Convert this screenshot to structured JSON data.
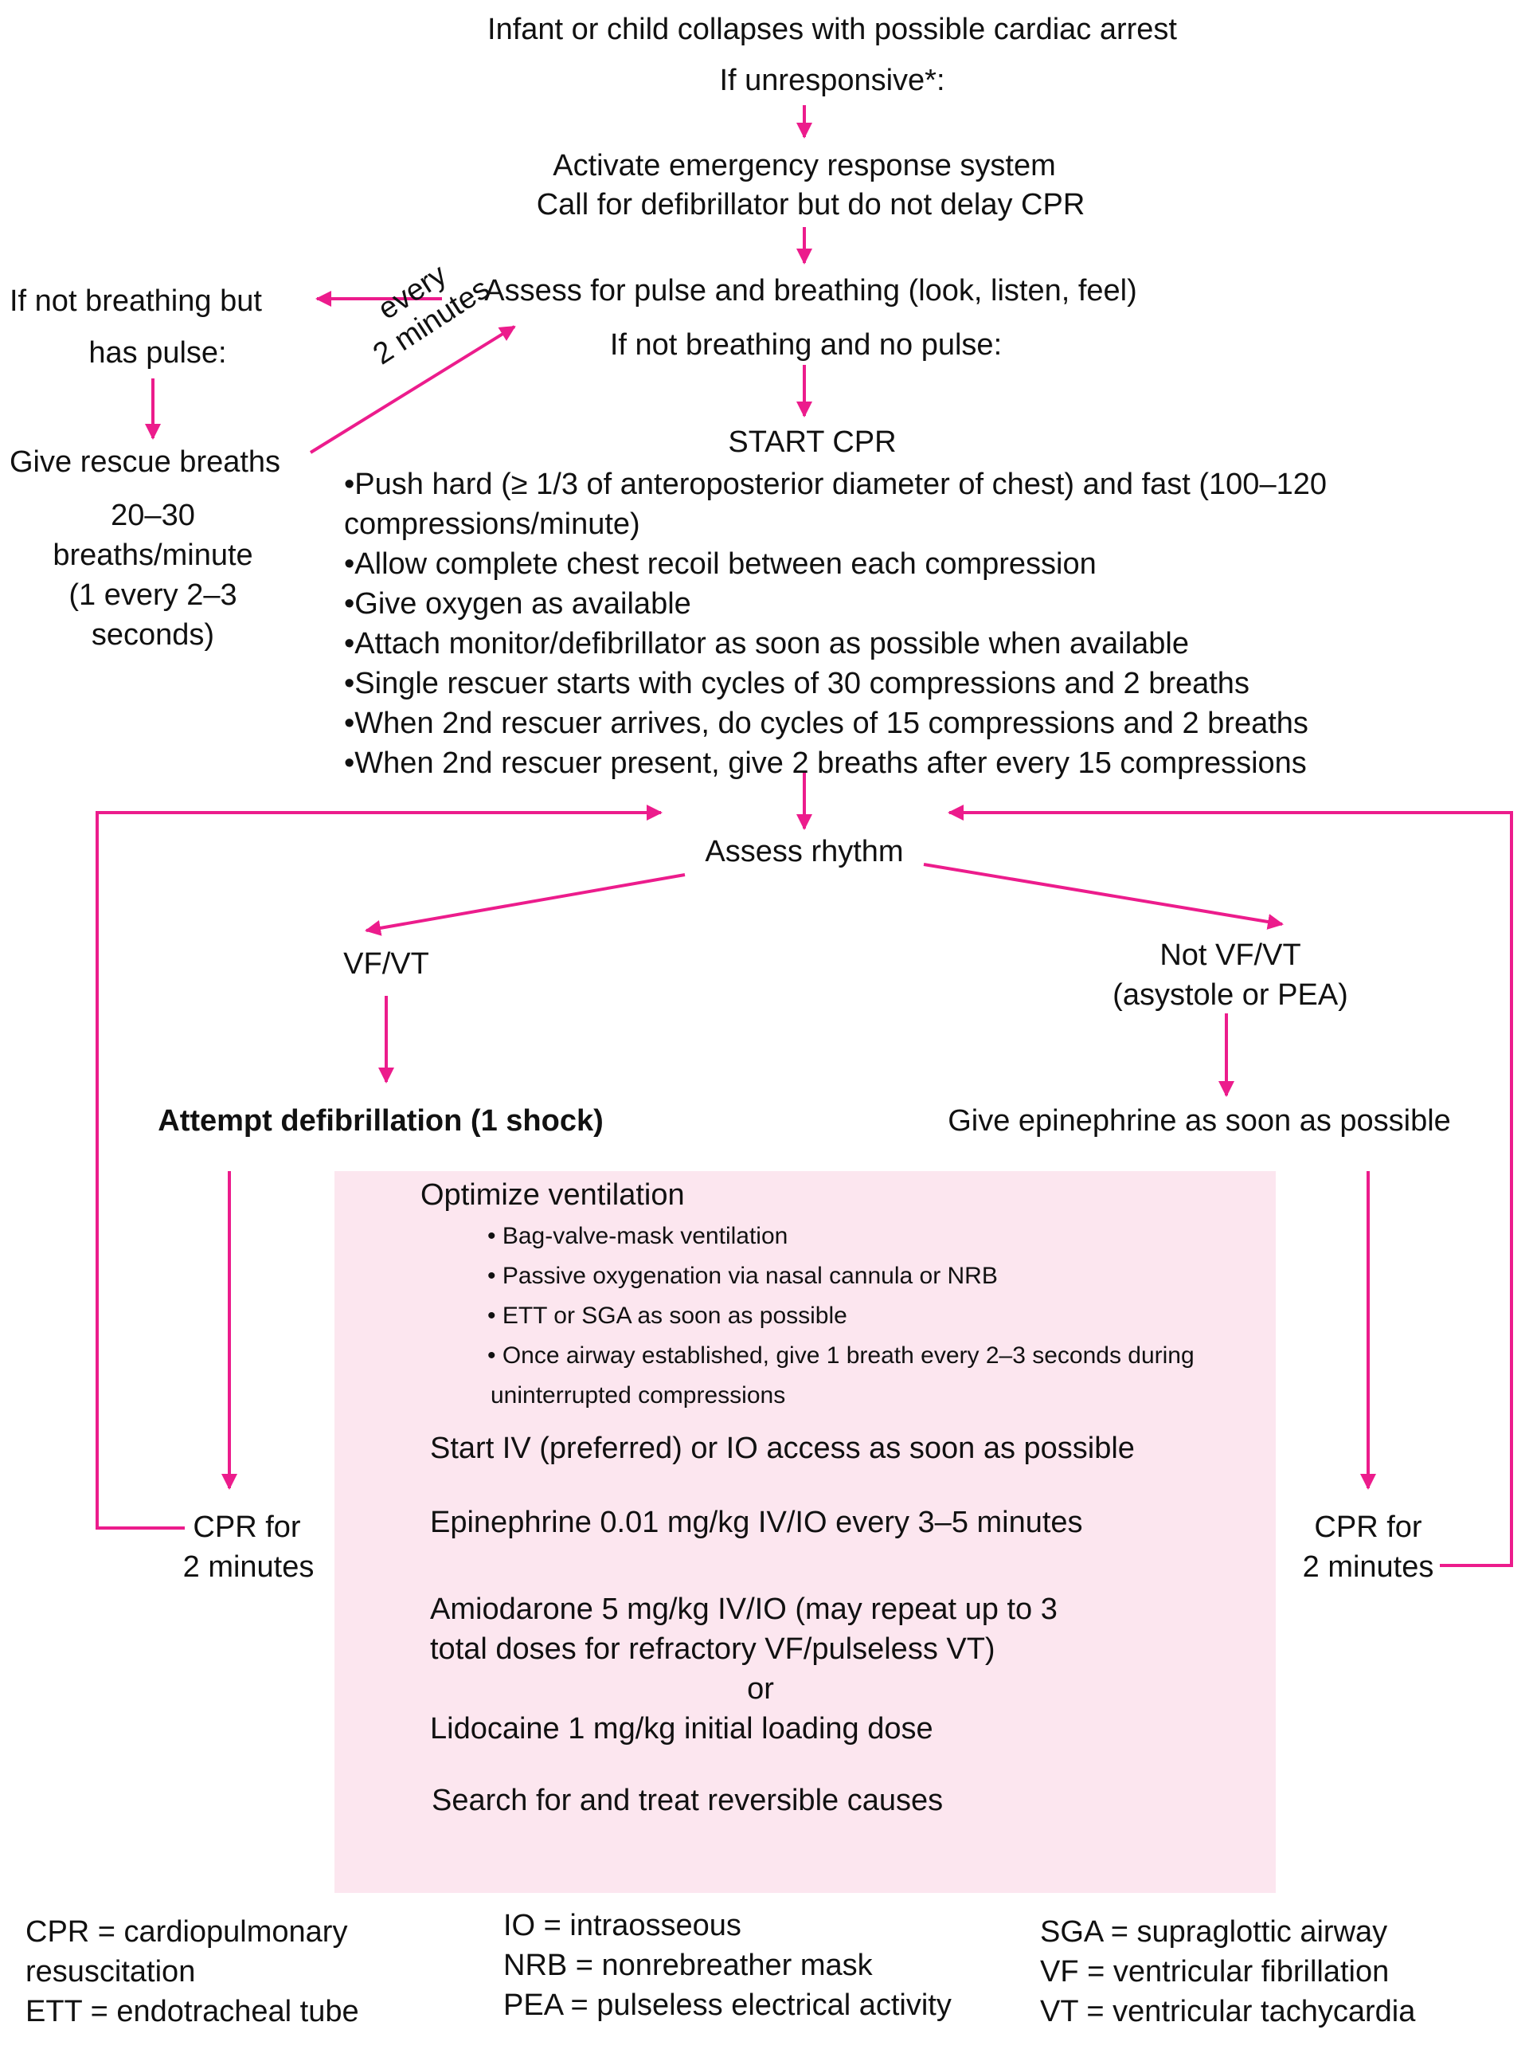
{
  "title": "Infant or child collapses with possible cardiac arrest",
  "unresponsive": "If unresponsive*:",
  "activate": [
    "Activate emergency response system",
    "Call for defibrillator but do not delay CPR"
  ],
  "assess_pulse": "Assess for pulse and breathing (look, listen, feel)",
  "left_branch": {
    "condition": [
      "If not breathing but",
      "has pulse:"
    ],
    "action": "Give rescue breaths",
    "rate": [
      "20–30",
      "breaths/minute",
      "(1 every 2–3",
      "seconds)"
    ],
    "loop_label": [
      "every",
      "2 minutes"
    ]
  },
  "no_pulse": "If not breathing and no pulse:",
  "start_cpr": {
    "title": "START CPR",
    "bullets": [
      "•Push hard (≥ 1/3 of anteroposterior diameter of chest) and fast (100–120",
      "compressions/minute)",
      "•Allow complete chest recoil between each compression",
      "•Give oxygen as available",
      "•Attach monitor/defibrillator as soon as possible when available",
      "•Single rescuer starts with cycles of 30 compressions and 2 breaths",
      "•When 2nd rescuer arrives, do cycles of 15 compressions and 2 breaths",
      "•When 2nd rescuer present, give 2 breaths after every 15 compressions"
    ]
  },
  "assess_rhythm": "Assess rhythm",
  "shockable": {
    "label": "VF/VT",
    "action": "Attempt defibrillation (1 shock)",
    "cpr": [
      "CPR for",
      "2 minutes"
    ]
  },
  "nonshockable": {
    "label": [
      "Not VF/VT",
      "(asystole or PEA)"
    ],
    "action": "Give epinephrine as soon as possible",
    "cpr": [
      "CPR for",
      "2 minutes"
    ]
  },
  "center_box": {
    "ventilation_title": "Optimize ventilation",
    "ventilation_items": [
      "• Bag-valve-mask ventilation",
      "• Passive oxygenation via nasal cannula or NRB",
      "• ETT or SGA as soon as possible",
      "• Once airway established, give 1 breath every 2–3 seconds during",
      "uninterrupted compressions"
    ],
    "access": "Start IV (preferred) or IO access as soon as possible",
    "epinephrine": "Epinephrine 0.01 mg/kg IV/IO every 3–5 minutes",
    "amiodarone": [
      "Amiodarone 5 mg/kg IV/IO (may repeat up to 3",
      "total doses for refractory VF/pulseless VT)"
    ],
    "or": "or",
    "lidocaine": "Lidocaine 1 mg/kg initial loading dose",
    "reversible": "Search for and treat reversible causes"
  },
  "legend": {
    "col1": [
      "CPR = cardiopulmonary",
      "resuscitation",
      "ETT = endotracheal tube"
    ],
    "col2": [
      "IO = intraosseous",
      "NRB = nonrebreather mask",
      "PEA =  pulseless electrical activity"
    ],
    "col3": [
      "SGA = supraglottic airway",
      "VF =  ventricular fibrillation",
      "VT =  ventricular tachycardia"
    ]
  },
  "colors": {
    "arrow": "#ec1c8c",
    "box_fill": "#fce6ef",
    "text": "#111111"
  }
}
